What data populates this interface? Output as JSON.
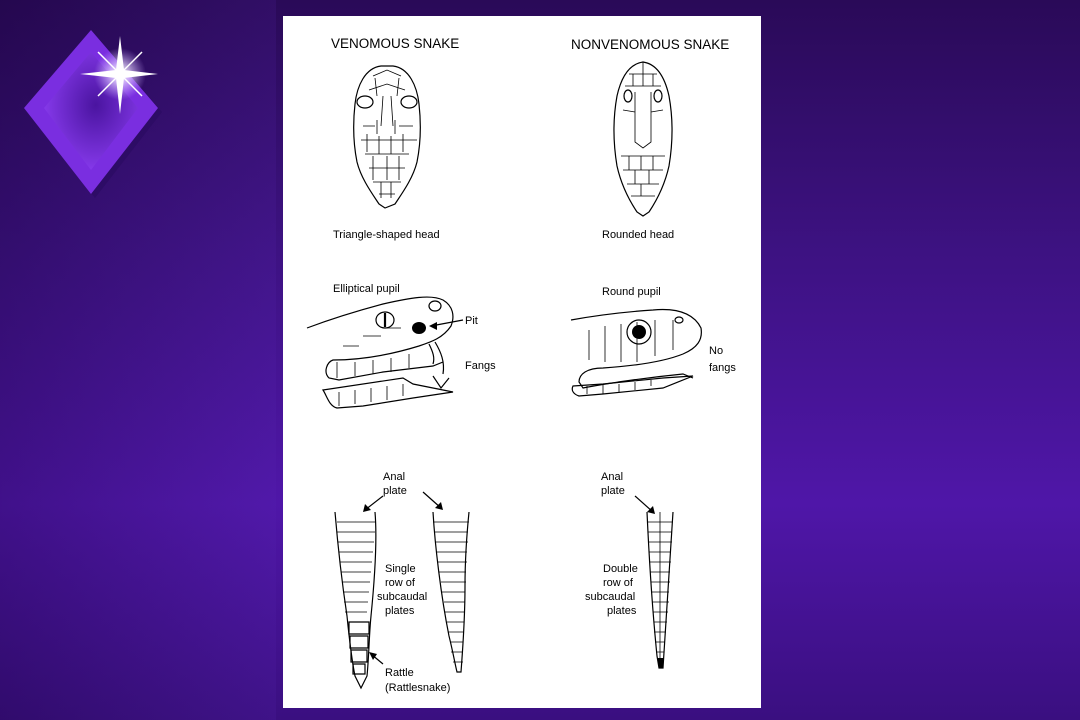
{
  "diagram": {
    "headers": {
      "venomous": "VENOMOUS SNAKE",
      "nonvenomous": "NONVENOMOUS SNAKE"
    },
    "labels": {
      "triangle_head": "Triangle-shaped head",
      "rounded_head": "Rounded head",
      "elliptical_pupil": "Elliptical pupil",
      "round_pupil": "Round pupil",
      "pit": "Pit",
      "fangs": "Fangs",
      "no_fangs_1": "No",
      "no_fangs_2": "fangs",
      "anal_plate_left_1": "Anal",
      "anal_plate_left_2": "plate",
      "anal_plate_right_1": "Anal",
      "anal_plate_right_2": "plate",
      "single_row_1": "Single",
      "single_row_2": "row of",
      "single_row_3": "subcaudal",
      "single_row_4": "plates",
      "double_row_1": "Double",
      "double_row_2": "row of",
      "double_row_3": "subcaudal",
      "double_row_4": "plates",
      "rattle_1": "Rattle",
      "rattle_2": "(Rattlesnake)"
    }
  },
  "colors": {
    "background_top": "#2a0a58",
    "background_bottom": "#4f16a8",
    "logo": "#6a1fd0",
    "card": "#ffffff",
    "ink": "#000000"
  },
  "icons": {
    "logo": "diamond-sparkle-icon"
  }
}
